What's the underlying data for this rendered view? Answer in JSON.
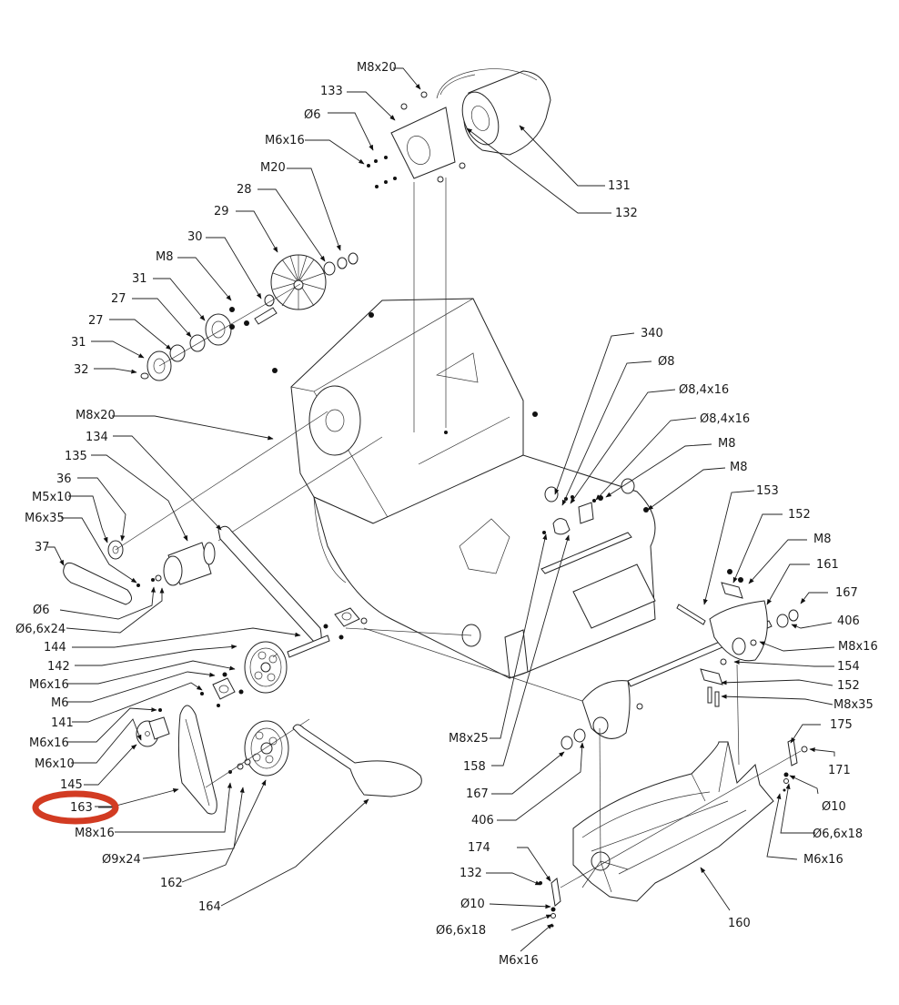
{
  "diagram": {
    "type": "exploded-parts-diagram",
    "highlight": {
      "label": "163",
      "color": "#d23b22"
    },
    "labels": [
      {
        "id": "m8x20-top",
        "text": "M8x20"
      },
      {
        "id": "133",
        "text": "133"
      },
      {
        "id": "d6-top",
        "text": "Ø6"
      },
      {
        "id": "m6x16-top",
        "text": "M6x16"
      },
      {
        "id": "m20",
        "text": "M20"
      },
      {
        "id": "28",
        "text": "28"
      },
      {
        "id": "29",
        "text": "29"
      },
      {
        "id": "30",
        "text": "30"
      },
      {
        "id": "m8-left",
        "text": "M8"
      },
      {
        "id": "31a",
        "text": "31"
      },
      {
        "id": "27a",
        "text": "27"
      },
      {
        "id": "27b",
        "text": "27"
      },
      {
        "id": "31b",
        "text": "31"
      },
      {
        "id": "32",
        "text": "32"
      },
      {
        "id": "131",
        "text": "131"
      },
      {
        "id": "132-top",
        "text": "132"
      },
      {
        "id": "m8x20-mid",
        "text": "M8x20"
      },
      {
        "id": "134",
        "text": "134"
      },
      {
        "id": "135",
        "text": "135"
      },
      {
        "id": "36",
        "text": "36"
      },
      {
        "id": "m5x10",
        "text": "M5x10"
      },
      {
        "id": "m6x35",
        "text": "M6x35"
      },
      {
        "id": "37",
        "text": "37"
      },
      {
        "id": "d6-mid",
        "text": "Ø6"
      },
      {
        "id": "d66x24",
        "text": "Ø6,6x24"
      },
      {
        "id": "144",
        "text": "144"
      },
      {
        "id": "142",
        "text": "142"
      },
      {
        "id": "m6x16-a",
        "text": "M6x16"
      },
      {
        "id": "m6",
        "text": "M6"
      },
      {
        "id": "141",
        "text": "141"
      },
      {
        "id": "m6x16-b",
        "text": "M6x16"
      },
      {
        "id": "m6x10",
        "text": "M6x10"
      },
      {
        "id": "145",
        "text": "145"
      },
      {
        "id": "163",
        "text": "163"
      },
      {
        "id": "m8x16-left",
        "text": "M8x16"
      },
      {
        "id": "d9x24",
        "text": "Ø9x24"
      },
      {
        "id": "162",
        "text": "162"
      },
      {
        "id": "164",
        "text": "164"
      },
      {
        "id": "340",
        "text": "340"
      },
      {
        "id": "d8",
        "text": "Ø8"
      },
      {
        "id": "d84x16a",
        "text": "Ø8,4x16"
      },
      {
        "id": "d84x16b",
        "text": "Ø8,4x16"
      },
      {
        "id": "m8-r1",
        "text": "M8"
      },
      {
        "id": "m8-r2",
        "text": "M8"
      },
      {
        "id": "153",
        "text": "153"
      },
      {
        "id": "152a",
        "text": "152"
      },
      {
        "id": "m8-r3",
        "text": "M8"
      },
      {
        "id": "161",
        "text": "161"
      },
      {
        "id": "167-right",
        "text": "167"
      },
      {
        "id": "406-right",
        "text": "406"
      },
      {
        "id": "m8x16-right",
        "text": "M8x16"
      },
      {
        "id": "154",
        "text": "154"
      },
      {
        "id": "152b",
        "text": "152"
      },
      {
        "id": "m8x35",
        "text": "M8x35"
      },
      {
        "id": "m8x25",
        "text": "M8x25"
      },
      {
        "id": "158",
        "text": "158"
      },
      {
        "id": "167-mid",
        "text": "167"
      },
      {
        "id": "406-mid",
        "text": "406"
      },
      {
        "id": "175",
        "text": "175"
      },
      {
        "id": "171",
        "text": "171"
      },
      {
        "id": "d10-right",
        "text": "Ø10"
      },
      {
        "id": "d66x18-right",
        "text": "Ø6,6x18"
      },
      {
        "id": "m6x16-right",
        "text": "M6x16"
      },
      {
        "id": "174",
        "text": "174"
      },
      {
        "id": "132-bottom",
        "text": "132"
      },
      {
        "id": "d10-bottom",
        "text": "Ø10"
      },
      {
        "id": "d66x18-bottom",
        "text": "Ø6,6x18"
      },
      {
        "id": "m6x16-bottom",
        "text": "M6x16"
      },
      {
        "id": "160",
        "text": "160"
      }
    ]
  }
}
